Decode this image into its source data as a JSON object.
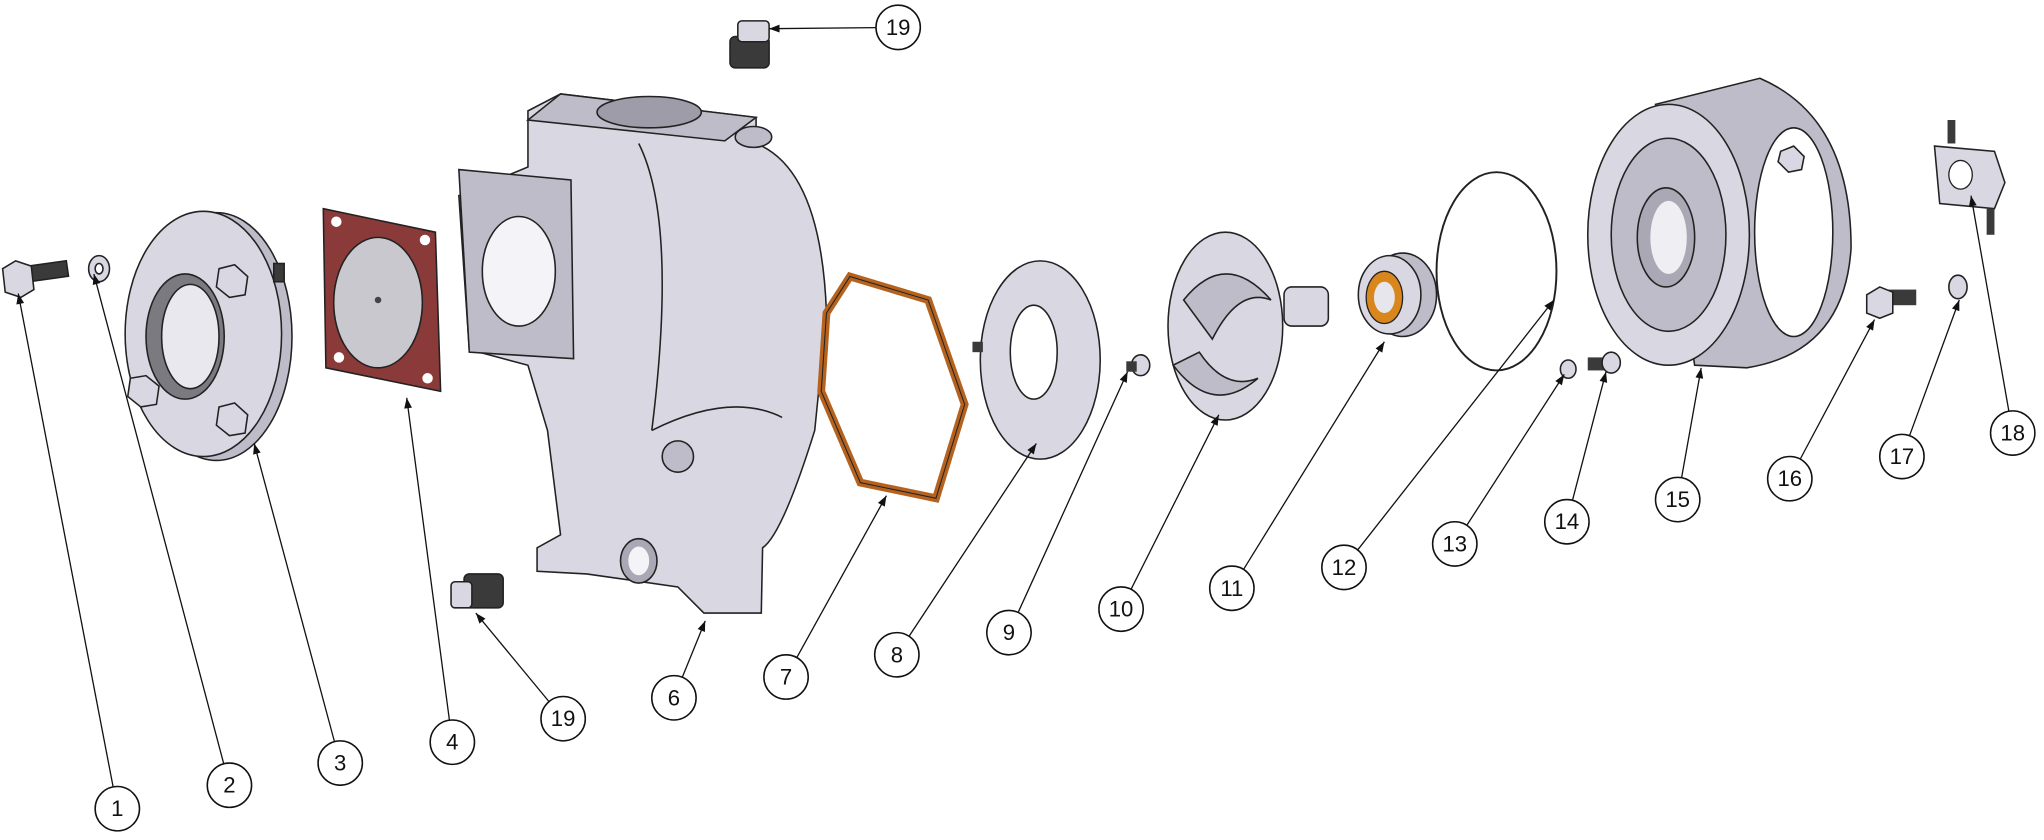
{
  "diagram": {
    "type": "exploded-parts-view",
    "colors": {
      "metal": "#d9d8e2",
      "gasket_red": "#8b3a3a",
      "gasket_orange": "#b5621e",
      "seal_orange": "#d9861c"
    },
    "balloons": [
      {
        "id": "1",
        "label": "1"
      },
      {
        "id": "2",
        "label": "2"
      },
      {
        "id": "3",
        "label": "3"
      },
      {
        "id": "4",
        "label": "4"
      },
      {
        "id": "19b",
        "label": "19"
      },
      {
        "id": "6",
        "label": "6"
      },
      {
        "id": "7",
        "label": "7"
      },
      {
        "id": "8",
        "label": "8"
      },
      {
        "id": "9",
        "label": "9"
      },
      {
        "id": "10",
        "label": "10"
      },
      {
        "id": "11",
        "label": "11"
      },
      {
        "id": "12",
        "label": "12"
      },
      {
        "id": "13",
        "label": "13"
      },
      {
        "id": "14",
        "label": "14"
      },
      {
        "id": "15",
        "label": "15"
      },
      {
        "id": "16",
        "label": "16"
      },
      {
        "id": "17",
        "label": "17"
      },
      {
        "id": "18",
        "label": "18"
      },
      {
        "id": "19a",
        "label": "19"
      }
    ]
  }
}
